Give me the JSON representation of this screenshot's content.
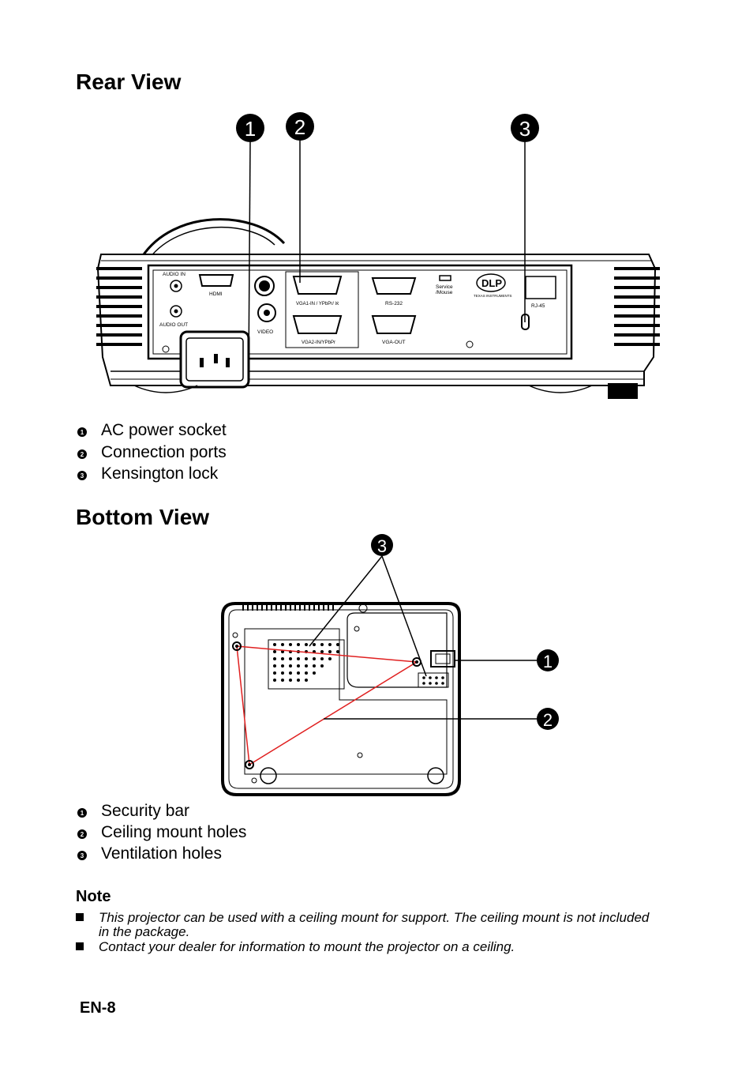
{
  "rear": {
    "title": "Rear View",
    "callouts": [
      "1",
      "2",
      "3"
    ],
    "port_labels": {
      "audio_in": "AUDIO IN",
      "audio_out": "AUDIO OUT",
      "hdmi": "HDMI",
      "video": "VIDEO",
      "vga1": "VGA1-IN / YPbPr/ ℵ",
      "vga2": "VGA2-IN/YPbPr",
      "rs232": "RS-232",
      "vga_out": "VGA-OUT",
      "service": "Service",
      "mouse": "/Mouse",
      "dlp": "DLP",
      "ti": "TEXAS INSTRUMENTS",
      "rj45": "RJ-45"
    },
    "legend": [
      {
        "num": "1",
        "label": "AC power socket"
      },
      {
        "num": "2",
        "label": "Connection ports"
      },
      {
        "num": "3",
        "label": "Kensington lock"
      }
    ]
  },
  "bottom": {
    "title": "Bottom View",
    "callouts": [
      "3",
      "1",
      "2"
    ],
    "legend": [
      {
        "num": "1",
        "label": "Security bar"
      },
      {
        "num": "2",
        "label": "Ceiling mount holes"
      },
      {
        "num": "3",
        "label": "Ventilation holes"
      }
    ]
  },
  "note": {
    "title": "Note",
    "items": [
      {
        "line1": "This projector can be used with a ceiling mount for support. The ceiling mount is not included",
        "line2": "in the package."
      },
      {
        "line1": "Contact your dealer for information to mount the projector on a ceiling.",
        "line2": ""
      }
    ]
  },
  "footer": {
    "page": "EN-8"
  }
}
